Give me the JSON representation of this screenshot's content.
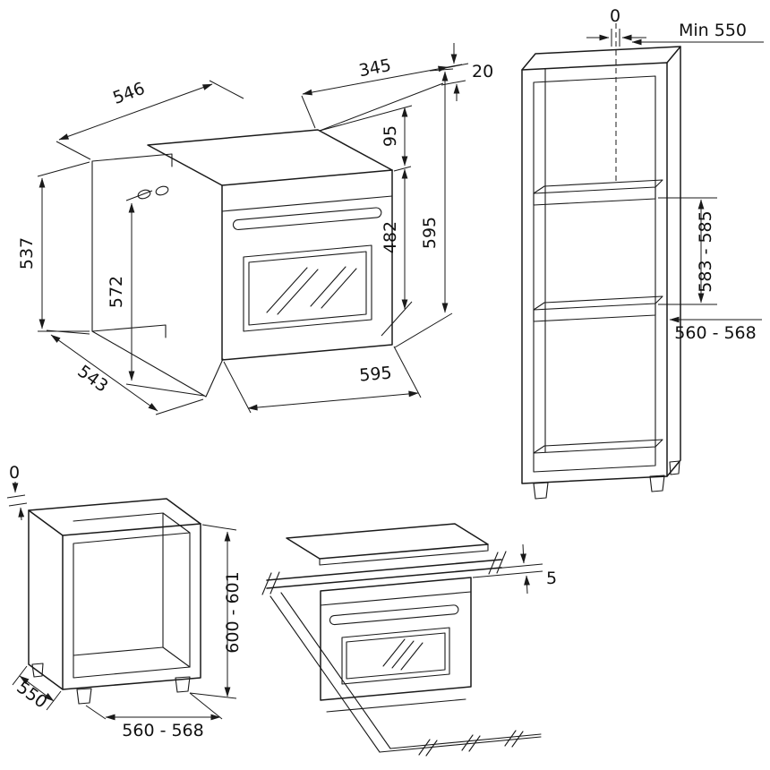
{
  "colors": {
    "ink": "#1a1a1a",
    "background": "#ffffff"
  },
  "views": {
    "oven_isometric": {
      "dims": {
        "niche_top_width": "546",
        "top_depth": "345",
        "trim_overlap": "20",
        "fascia_height": "95",
        "door_height": "482",
        "total_height": "595",
        "niche_front_height": "537",
        "niche_inner_height": "572",
        "niche_depth": "543",
        "oven_width": "595"
      }
    },
    "tall_unit": {
      "dims": {
        "wall_gap": "0",
        "min_depth": "Min 550",
        "niche_height": "583 - 585",
        "niche_width": "560 - 568"
      }
    },
    "base_unit": {
      "dims": {
        "wall_gap": "0",
        "height": "600 - 601",
        "depth": "550",
        "width": "560 - 568"
      }
    },
    "under_worktop": {
      "dims": {
        "top_clearance": "5"
      }
    }
  }
}
